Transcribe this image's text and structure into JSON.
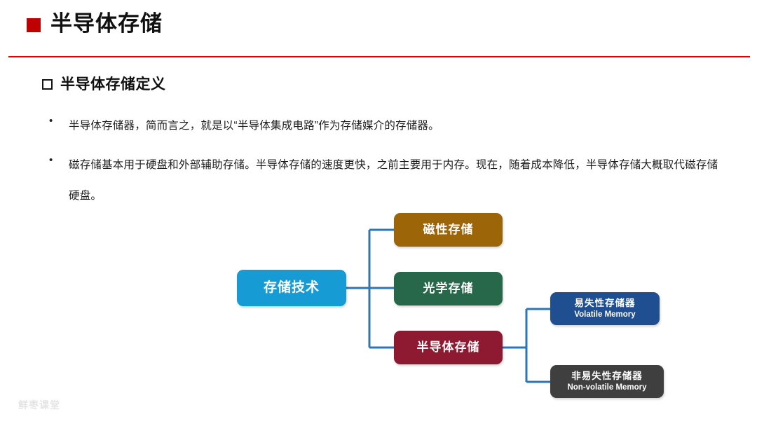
{
  "slide": {
    "title": "半导体存储",
    "subheading": "半导体存储定义",
    "accent_color": "#c00000",
    "rule_color": "#e00000",
    "watermark": "鲜枣课堂"
  },
  "body": {
    "bullet_marker": "•",
    "items": [
      "半导体存储器，简而言之，就是以“半导体集成电路”作为存储媒介的存储器。",
      "磁存储基本用于硬盘和外部辅助存储。半导体存储的速度更快，之前主要用于内存。现在，随着成本降低，半导体存储大概取代磁存储硬盘。"
    ]
  },
  "diagram": {
    "connector_color": "#2e75b6",
    "nodes": {
      "storage_tech": {
        "cn": "存储技术",
        "en": "",
        "color": "#169bd5"
      },
      "magnetic": {
        "cn": "磁性存储",
        "en": "",
        "color": "#9c6508"
      },
      "optical": {
        "cn": "光学存储",
        "en": "",
        "color": "#28684a"
      },
      "semiconductor": {
        "cn": "半导体存储",
        "en": "",
        "color": "#8e1a31"
      },
      "volatile": {
        "cn": "易失性存储器",
        "en": "Volatile Memory",
        "color": "#1f4e91"
      },
      "nonvolatile": {
        "cn": "非易失性存储器",
        "en": "Non-volatile Memory",
        "color": "#3f3f3f"
      }
    }
  }
}
